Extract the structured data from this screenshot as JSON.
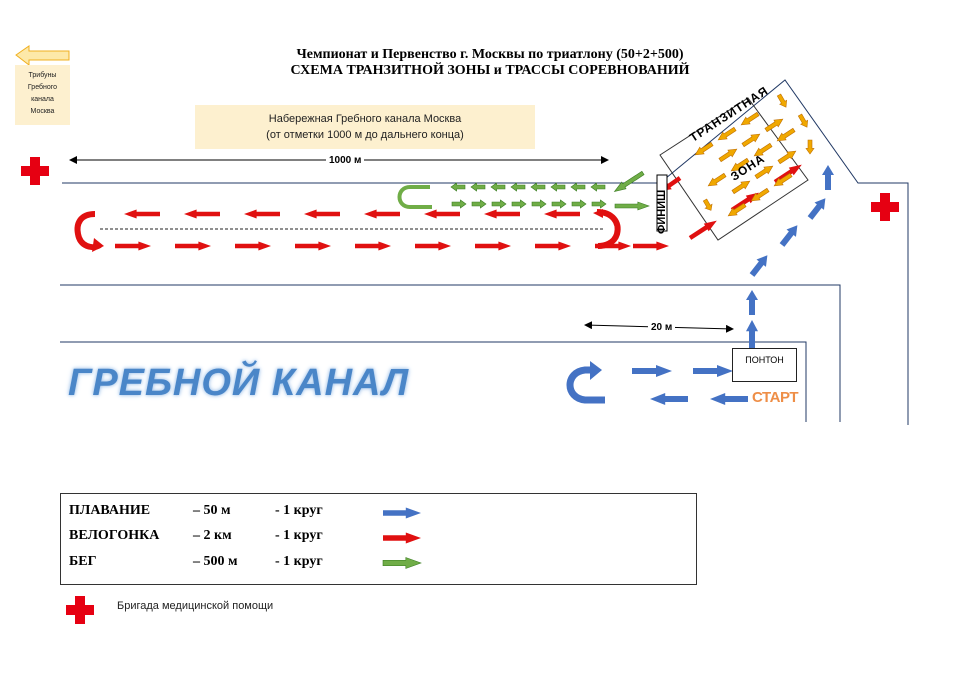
{
  "header": {
    "title_line1": "Чемпионат и Первенство г. Москвы по триатлону (50+2+500)",
    "title_line2": "СХЕМА ТРАНЗИТНОЙ ЗОНЫ и ТРАССЫ СОРЕВНОВАНИЙ"
  },
  "stands_note": {
    "line1": "Трибуны",
    "line2": "Гребного",
    "line3": "канала",
    "line4": "Москва"
  },
  "embankment_note": {
    "line1": "Набережная Гребного канала Москва",
    "line2": "(от отметки 1000 м до дальнего конца)"
  },
  "distance_1000": "1000 м",
  "distance_20": "20 м",
  "canal_label": "ГРЕБНОЙ КАНАЛ",
  "pontoon_label": "ПОНТОН",
  "start_label": "СТАРТ",
  "finish_label": "ФИНИШ",
  "transition_zone": {
    "word1": "ТРАНЗИТНАЯ",
    "word2": "ЗОНА"
  },
  "legend": {
    "rows": [
      {
        "sport": "ПЛАВАНИЕ",
        "distance": "– 50 м",
        "laps": "- 1 круг",
        "color": "#4472c4"
      },
      {
        "sport": "ВЕЛОГОНКА",
        "distance": "– 2 км",
        "laps": "- 1 круг",
        "color": "#e01010"
      },
      {
        "sport": "БЕГ",
        "distance": "– 500 м",
        "laps": "- 1 круг",
        "color": "#70ad47"
      }
    ]
  },
  "medical_label": "Бригада медицинской помощи",
  "colors": {
    "swim": "#4472c4",
    "bike": "#e01010",
    "run": "#70ad47",
    "transition": "#f0a800",
    "medical": "#e60012",
    "canal_text": "#4a86c8",
    "start_text": "#ee8e47"
  },
  "icons": [
    "stands-arrow-icon",
    "medical-cross-icon",
    "u-turn-icon"
  ]
}
